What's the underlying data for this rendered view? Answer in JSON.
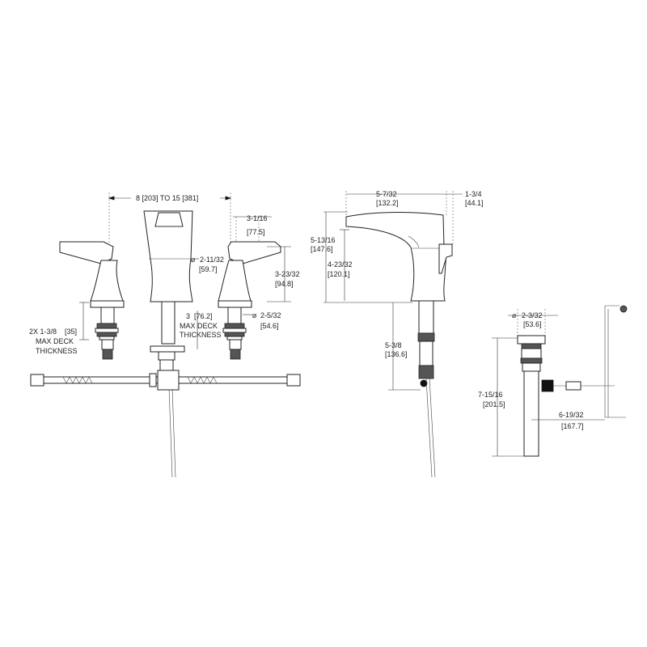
{
  "front_view": {
    "spread": "8 [203] TO 15 [381]",
    "handle_height_in": "3-1/16",
    "handle_height_mm": "[77.5]",
    "spout_diameter_in": "2-11/32",
    "spout_diameter_mm": "[59.7]",
    "handle_rise_in": "3-23/32",
    "handle_rise_mm": "[94.8]",
    "valve_diameter_in": "2-5/32",
    "valve_diameter_mm": "[54.6]",
    "spout_deck_in": "3",
    "spout_deck_mm": "[76.2]",
    "spout_deck_note_1": "MAX DECK",
    "spout_deck_note_2": "THICKNESS",
    "handle_deck_in": "2X 1-3/8",
    "handle_deck_mm": "[35]",
    "handle_deck_note_1": "MAX DECK",
    "handle_deck_note_2": "THICKNESS"
  },
  "side_view": {
    "reach_in": "5-7/32",
    "reach_mm": "[132.2]",
    "back_in": "1-3/4",
    "back_mm": "[44.1]",
    "overall_height_in": "5-13/16",
    "overall_height_mm": "[147.6]",
    "spout_height_in": "4-23/32",
    "spout_height_mm": "[120.1]",
    "shank_in": "5-3/8",
    "shank_mm": "[136.6]"
  },
  "drain_view": {
    "flange_diameter_in": "2-3/32",
    "flange_diameter_mm": "[53.6]",
    "drain_height_in": "7-15/16",
    "drain_height_mm": "[201.5]",
    "pivot_reach_in": "6-19/32",
    "pivot_reach_mm": "[167.7]"
  },
  "symbols": {
    "diameter": "⌀"
  }
}
